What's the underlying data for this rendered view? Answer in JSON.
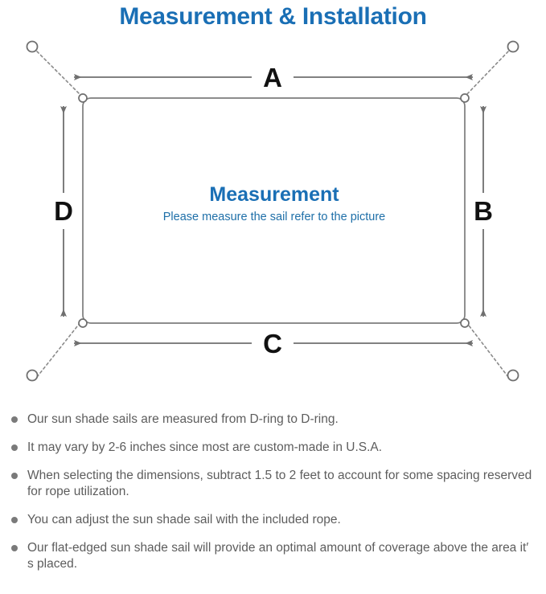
{
  "page": {
    "title": "Measurement & Installation",
    "title_color": "#1A6FB5"
  },
  "diagram": {
    "name": "sun-shade-sail-measurement-diagram",
    "center": {
      "heading": "Measurement",
      "subtitle": "Please measure the sail refer to the picture",
      "heading_color": "#1A6FB5",
      "subtitle_color": "#1E6FA8"
    },
    "dimension_labels": {
      "top": "A",
      "right": "B",
      "bottom": "C",
      "left": "D"
    },
    "line_color": "#7d7d7d",
    "sail_outline_color": "#7d7d7d",
    "dring_count": 4,
    "anchor_count": 4
  },
  "notes": [
    "Our sun shade sails are measured from D-ring to D-ring.",
    "It may vary by 2-6 inches since most are custom-made in U.S.A.",
    "When selecting the dimensions, subtract 1.5 to 2 feet to account for some spacing reserved for rope utilization.",
    "You can adjust the sun shade sail with the included rope.",
    "Our flat-edged sun shade sail will provide an optimal amount of coverage above the area it′ s placed."
  ]
}
